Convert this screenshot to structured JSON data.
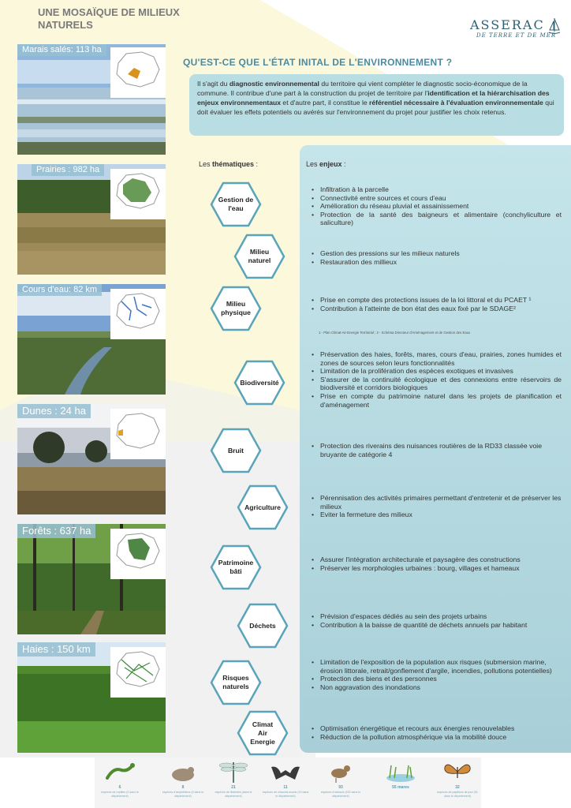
{
  "page": {
    "title": "UNE MOSAÏQUE DE MILIEUX NATURELS",
    "logo_main": "ASSERAC",
    "logo_sub": "DE TERRE ET DE MER",
    "section_title": "QU'EST-CE QUE L'ÉTAT INITAL DE L'ENVIRONNEMENT ?"
  },
  "intro": {
    "p1": "Il s'agit du ",
    "b1": "diagnostic environnemental",
    "p2": " du territoire qui vient compléter le diagnostic socio-économique de la commune. Il contribue d'une part à la construction du projet de territoire par l'",
    "b2": "identification et la hiérarchisation des enjeux environnementaux",
    "p3": " et d'autre part, il constitue le ",
    "b3": "référentiel nécessaire à l'évaluation environnementale",
    "p4": " qui doit évaluer les effets potentiels ou avérés sur l'environnement du projet pour justifier les choix retenus."
  },
  "headers": {
    "thematiques_pre": "Les ",
    "thematiques_bold": "thématiques",
    "thematiques_post": " :",
    "enjeux_pre": "Les ",
    "enjeux_bold": "enjeux",
    "enjeux_post": " :"
  },
  "photos": [
    {
      "label": "Marais salés: 113 ha"
    },
    {
      "label": "Prairies : 982 ha"
    },
    {
      "label": "Cours d'eau: 82 km"
    },
    {
      "label": "Dunes : 24 ha"
    },
    {
      "label": "Forêts : 637 ha"
    },
    {
      "label": "Haies : 150 km"
    }
  ],
  "themes": [
    {
      "name": "Gestion de l'eau",
      "enjeux": [
        "Infiltration à la parcelle",
        "Connectivité entre sources et cours d'eau",
        "Amélioration du réseau pluvial et assainissement",
        "Protection de la santé des baigneurs et alimentaire (conchyliculture et saliculture)"
      ]
    },
    {
      "name": "Milieu naturel",
      "enjeux": [
        "Gestion des pressions sur les milieux naturels",
        "Restauration des millieux"
      ]
    },
    {
      "name": "Milieu physique",
      "enjeux": [
        "Prise en compte des protections issues de la loi littoral et du PCAET ¹",
        "Contribution à l'atteinte de bon état des eaux fixé par le SDAGE²"
      ]
    },
    {
      "name": "Biodiversité",
      "enjeux": [
        "Préservation des haies, forêts, mares, cours d'eau, prairies, zones humides et zones de sources selon leurs fonctionnalités",
        "Limitation de la prolifération des espèces exotiques et invasives",
        "S'assurer de la continuité écologique et des connexions entre réservoirs de biodiversité et corridors biologiques",
        "Prise en compte du patrimoine naturel dans les projets de planification et d'aménagement"
      ]
    },
    {
      "name": "Bruit",
      "enjeux": [
        "Protection des riverains des nuisances routières de la RD33 classée voie bruyante de catégorie 4"
      ]
    },
    {
      "name": "Agriculture",
      "enjeux": [
        "Pérennisation des activités primaires permettant d'entretenir et de préserver les milieux",
        "Eviter la fermeture des milieux"
      ]
    },
    {
      "name": "Patrimoine bâti",
      "enjeux": [
        "Assurer l'intégration architecturale et paysagère des constructions",
        "Préserver les morphologies urbaines : bourg, villages et hameaux"
      ]
    },
    {
      "name": "Déchets",
      "enjeux": [
        "Prévision d'espaces dédiés au sein des projets urbains",
        "Contribution à la baisse de quantité de déchets annuels par habitant"
      ]
    },
    {
      "name": "Risques naturels",
      "enjeux": [
        "Limitation de l'exposition de la population aux risques (submersion marine, érosion littorale, retrait/gonflement d'argile, incendies, pollutions potentielles)",
        "Protection des biens et des personnes",
        "Non aggravation des inondations"
      ]
    },
    {
      "name": "Climat Air Energie",
      "enjeux": [
        "Optimisation énergétique et recours aux énergies renouvelables",
        "Réduction de la pollution atmosphérique via la mobilité douce"
      ]
    }
  ],
  "footnote": "1 - Plan Climat-Air-Energie Territorial ; 2 - Schéma Directeur d'Aménagement et de Gestion des Eaux",
  "fauna": [
    {
      "num": "6",
      "caption": "espèces de reptiles (3 dans le département)",
      "icon": "lizard-icon"
    },
    {
      "num": "8",
      "caption": "espèces d'amphibiens (9 dans le département)",
      "icon": "toad-icon"
    },
    {
      "num": "21",
      "caption": "espèces de libellules (dans le département)",
      "icon": "dragonfly-icon"
    },
    {
      "num": "11",
      "caption": "espèces de chauves-souris (19 dans le département)",
      "icon": "bat-icon"
    },
    {
      "num": "93",
      "caption": "espèces d'oiseaux (192 dans le département)",
      "icon": "bird-icon"
    },
    {
      "num": "55 mares",
      "caption": "",
      "icon": "pond-icon"
    },
    {
      "num": "32",
      "caption": "espèces de papillons de jour (51 dans le département)",
      "icon": "butterfly-icon"
    }
  ],
  "colors": {
    "accent": "#4b8aa0",
    "intro_bg": "#b8dde2",
    "panel_bg": "#a9d3dd",
    "hex_stroke": "#5aa4ba"
  }
}
